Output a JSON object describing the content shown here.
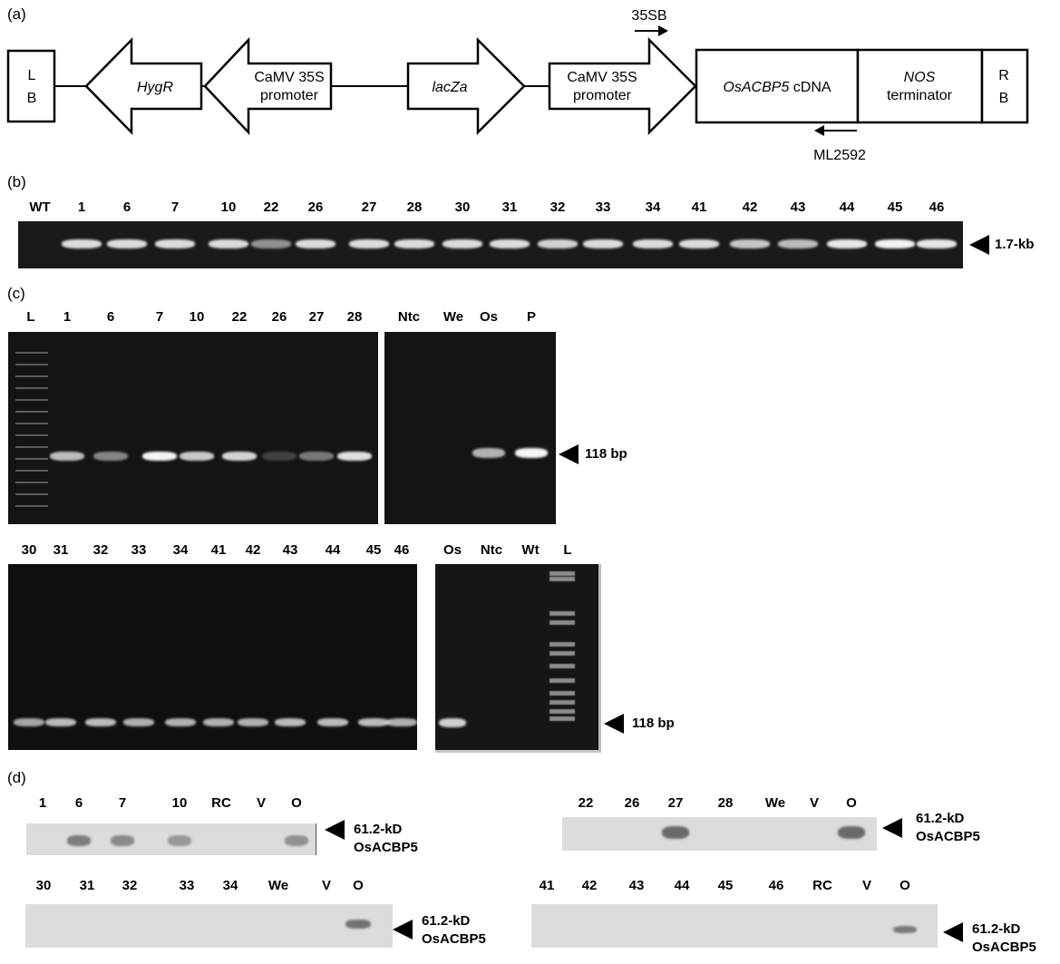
{
  "panel_a": {
    "label": "(a)",
    "lb": [
      "L",
      "B"
    ],
    "hygr": "HygR",
    "camv_left": [
      "CaMV 35S",
      "promoter"
    ],
    "lacza": "lacZa",
    "camv_right": [
      "CaMV 35S",
      "promoter"
    ],
    "osacbp5_italic": "OsACBP5",
    "osacbp5_plain": " cDNA",
    "nos_italic": "NOS",
    "nos_plain": "terminator",
    "rb": [
      "R",
      "B"
    ],
    "primer_forward": "35SB",
    "primer_reverse": "ML2592"
  },
  "panel_b": {
    "label": "(b)",
    "lanes": [
      "WT",
      "1",
      "6",
      "7",
      "10",
      "22",
      "26",
      "27",
      "28",
      "30",
      "31",
      "32",
      "33",
      "34",
      "41",
      "42",
      "43",
      "44",
      "45",
      "46"
    ],
    "band_intensity": [
      0,
      0.9,
      0.9,
      0.9,
      0.9,
      0.55,
      0.9,
      0.9,
      0.9,
      0.9,
      0.9,
      0.85,
      0.9,
      0.9,
      0.9,
      0.8,
      0.75,
      0.95,
      1,
      0.95
    ],
    "marker": "1.7-kb"
  },
  "panel_c": {
    "label": "(c)",
    "gel1_lanes": [
      "L",
      "1",
      "6",
      "7",
      "10",
      "22",
      "26",
      "27",
      "28"
    ],
    "gel1_intensity": [
      0,
      0.75,
      0.5,
      1,
      0.8,
      0.85,
      0.2,
      0.45,
      0.9
    ],
    "gel2_lanes": [
      "Ntc",
      "We",
      "Os",
      "P"
    ],
    "gel2_intensity": [
      0,
      0,
      0.7,
      1
    ],
    "gel3_lanes": [
      "30",
      "31",
      "32",
      "33",
      "34",
      "41",
      "42",
      "43",
      "44",
      "45",
      "46"
    ],
    "gel3_intensity": [
      0.7,
      0.8,
      0.8,
      0.75,
      0.75,
      0.75,
      0.75,
      0.8,
      0.8,
      0.8,
      0.75
    ],
    "gel4_lanes": [
      "Os",
      "Ntc",
      "Wt",
      "L"
    ],
    "gel4_intensity": [
      0.85,
      0,
      0,
      0
    ],
    "marker_top": "118 bp",
    "marker_bottom": "118 bp"
  },
  "panel_d": {
    "label": "(d)",
    "blot1_lanes": [
      "1",
      "6",
      "7",
      "10",
      "RC",
      "V",
      "O"
    ],
    "blot1_intensity": [
      0,
      0.7,
      0.6,
      0.5,
      0,
      0,
      0.55
    ],
    "blot2_lanes": [
      "22",
      "26",
      "27",
      "28",
      "We",
      "V",
      "O"
    ],
    "blot2_intensity": [
      0,
      0,
      0.7,
      0,
      0,
      0,
      0.7
    ],
    "blot3_lanes": [
      "30",
      "31",
      "32",
      "33",
      "34",
      "We",
      "V",
      "O"
    ],
    "blot3_intensity": [
      0,
      0,
      0,
      0,
      0,
      0,
      0,
      0.65
    ],
    "blot4_lanes": [
      "41",
      "42",
      "43",
      "44",
      "45",
      "46",
      "RC",
      "V",
      "O"
    ],
    "blot4_intensity": [
      0,
      0,
      0,
      0,
      0,
      0,
      0,
      0,
      0.6
    ],
    "marker_line1": "61.2-kD",
    "marker_line2": "OsACBP5"
  }
}
